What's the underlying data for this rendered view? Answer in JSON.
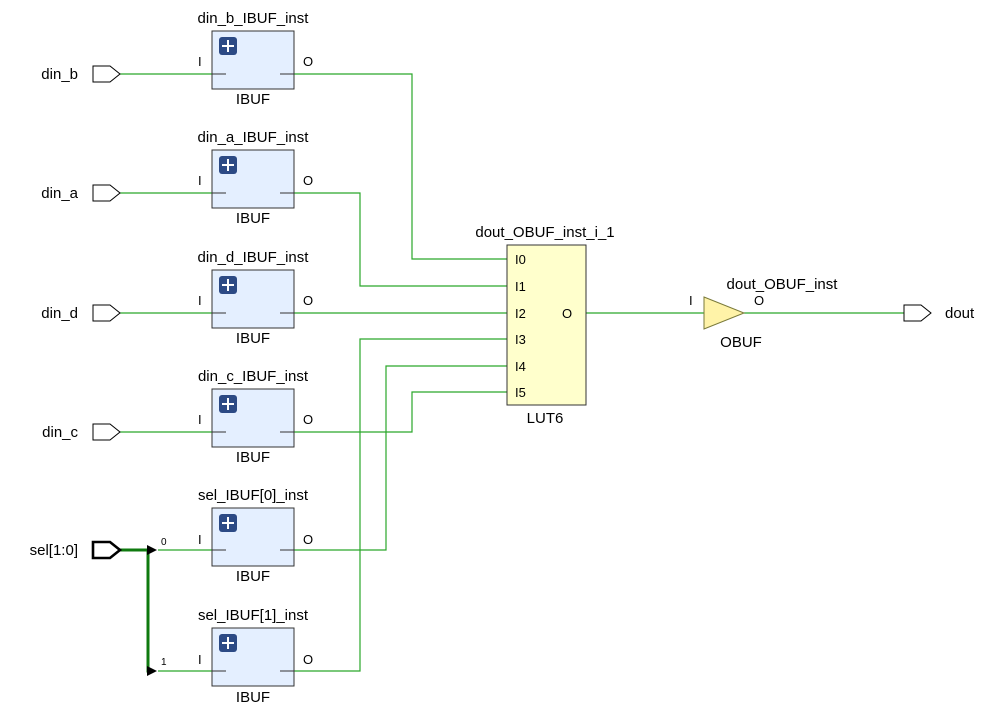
{
  "ibufs": [
    {
      "instance": "din_b_IBUF_inst",
      "type": "IBUF",
      "pin_in": "I",
      "pin_out": "O"
    },
    {
      "instance": "din_a_IBUF_inst",
      "type": "IBUF",
      "pin_in": "I",
      "pin_out": "O"
    },
    {
      "instance": "din_d_IBUF_inst",
      "type": "IBUF",
      "pin_in": "I",
      "pin_out": "O"
    },
    {
      "instance": "din_c_IBUF_inst",
      "type": "IBUF",
      "pin_in": "I",
      "pin_out": "O"
    },
    {
      "instance": "sel_IBUF[0]_inst",
      "type": "IBUF",
      "pin_in": "I",
      "pin_out": "O"
    },
    {
      "instance": "sel_IBUF[1]_inst",
      "type": "IBUF",
      "pin_in": "I",
      "pin_out": "O"
    }
  ],
  "inputs": [
    {
      "name": "din_b"
    },
    {
      "name": "din_a"
    },
    {
      "name": "din_d"
    },
    {
      "name": "din_c"
    }
  ],
  "bus_input": {
    "name": "sel[1:0]",
    "bit0": "0",
    "bit1": "1"
  },
  "lut": {
    "instance": "dout_OBUF_inst_i_1",
    "type": "LUT6",
    "inputs": [
      "I0",
      "I1",
      "I2",
      "I3",
      "I4",
      "I5"
    ],
    "output": "O"
  },
  "obuf": {
    "instance": "dout_OBUF_inst",
    "type": "OBUF",
    "pin_in": "I",
    "pin_out": "O"
  },
  "output_port": {
    "name": "dout"
  },
  "colors": {
    "wire": "#2aa62a",
    "bus": "#0f7a0f",
    "ibuf_fill": "#e4efff",
    "lut_fill": "#ffffcc",
    "obuf_fill": "#fff3a8",
    "expand_icon": "#2c4a85"
  }
}
